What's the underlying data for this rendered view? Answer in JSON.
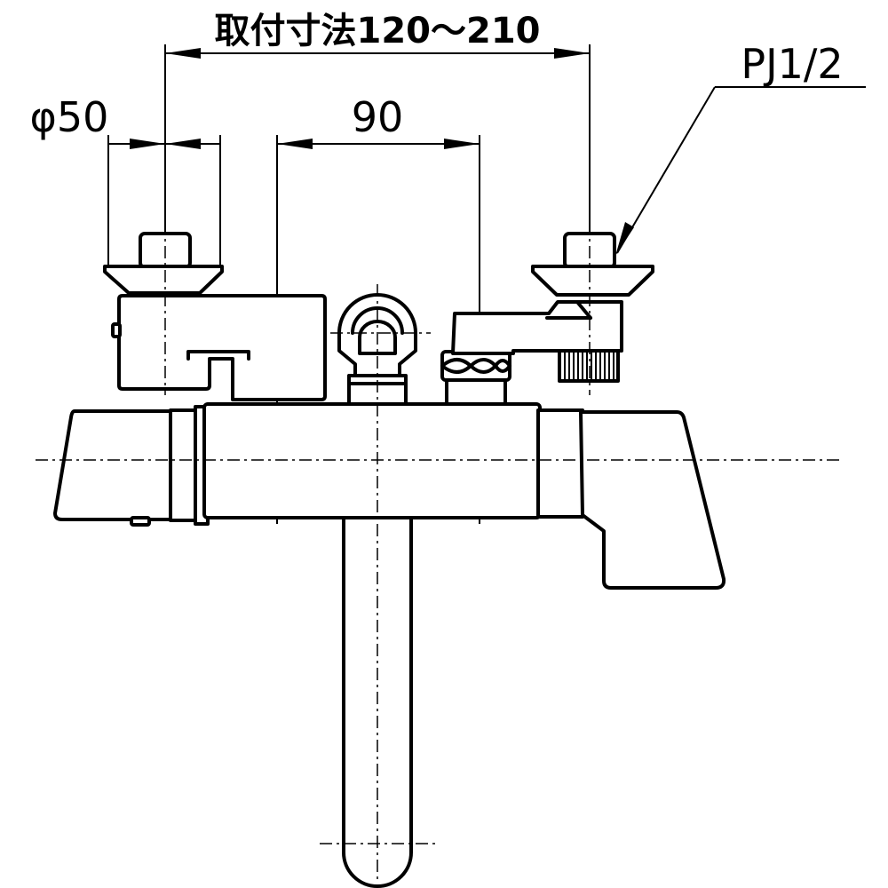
{
  "labels": {
    "mount_range": "取付寸法120～210",
    "diameter": "φ50",
    "spacing": "90",
    "thread": "PJ1/2"
  }
}
